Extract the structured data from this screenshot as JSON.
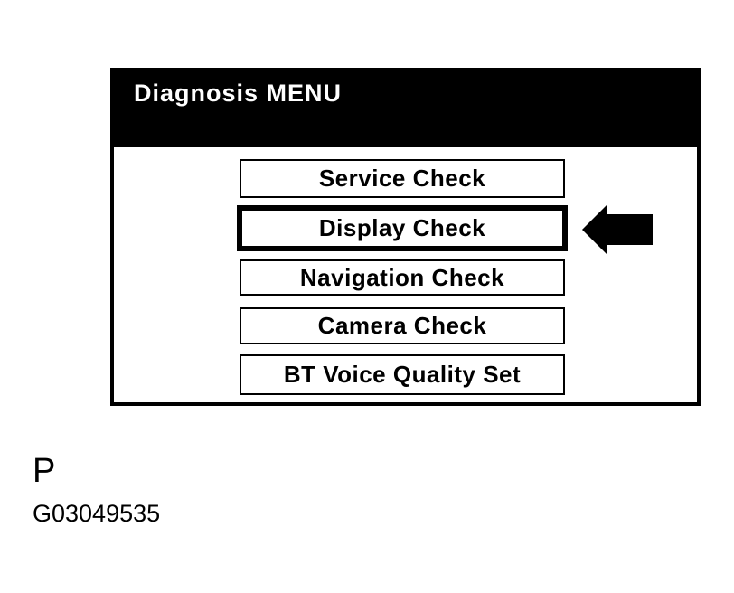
{
  "screen": {
    "title": "Diagnosis MENU",
    "menu_items": [
      {
        "label": "Service Check",
        "selected": false
      },
      {
        "label": "Display Check",
        "selected": true
      },
      {
        "label": "Navigation Check",
        "selected": false
      },
      {
        "label": "Camera Check",
        "selected": false
      },
      {
        "label": "BT Voice Quality Set",
        "selected": false
      }
    ]
  },
  "annotations": {
    "selection_arrow_icon": "left-arrow",
    "page_label": "P",
    "figure_id": "G03049535"
  },
  "colors": {
    "foreground": "#000000",
    "background": "#ffffff"
  }
}
